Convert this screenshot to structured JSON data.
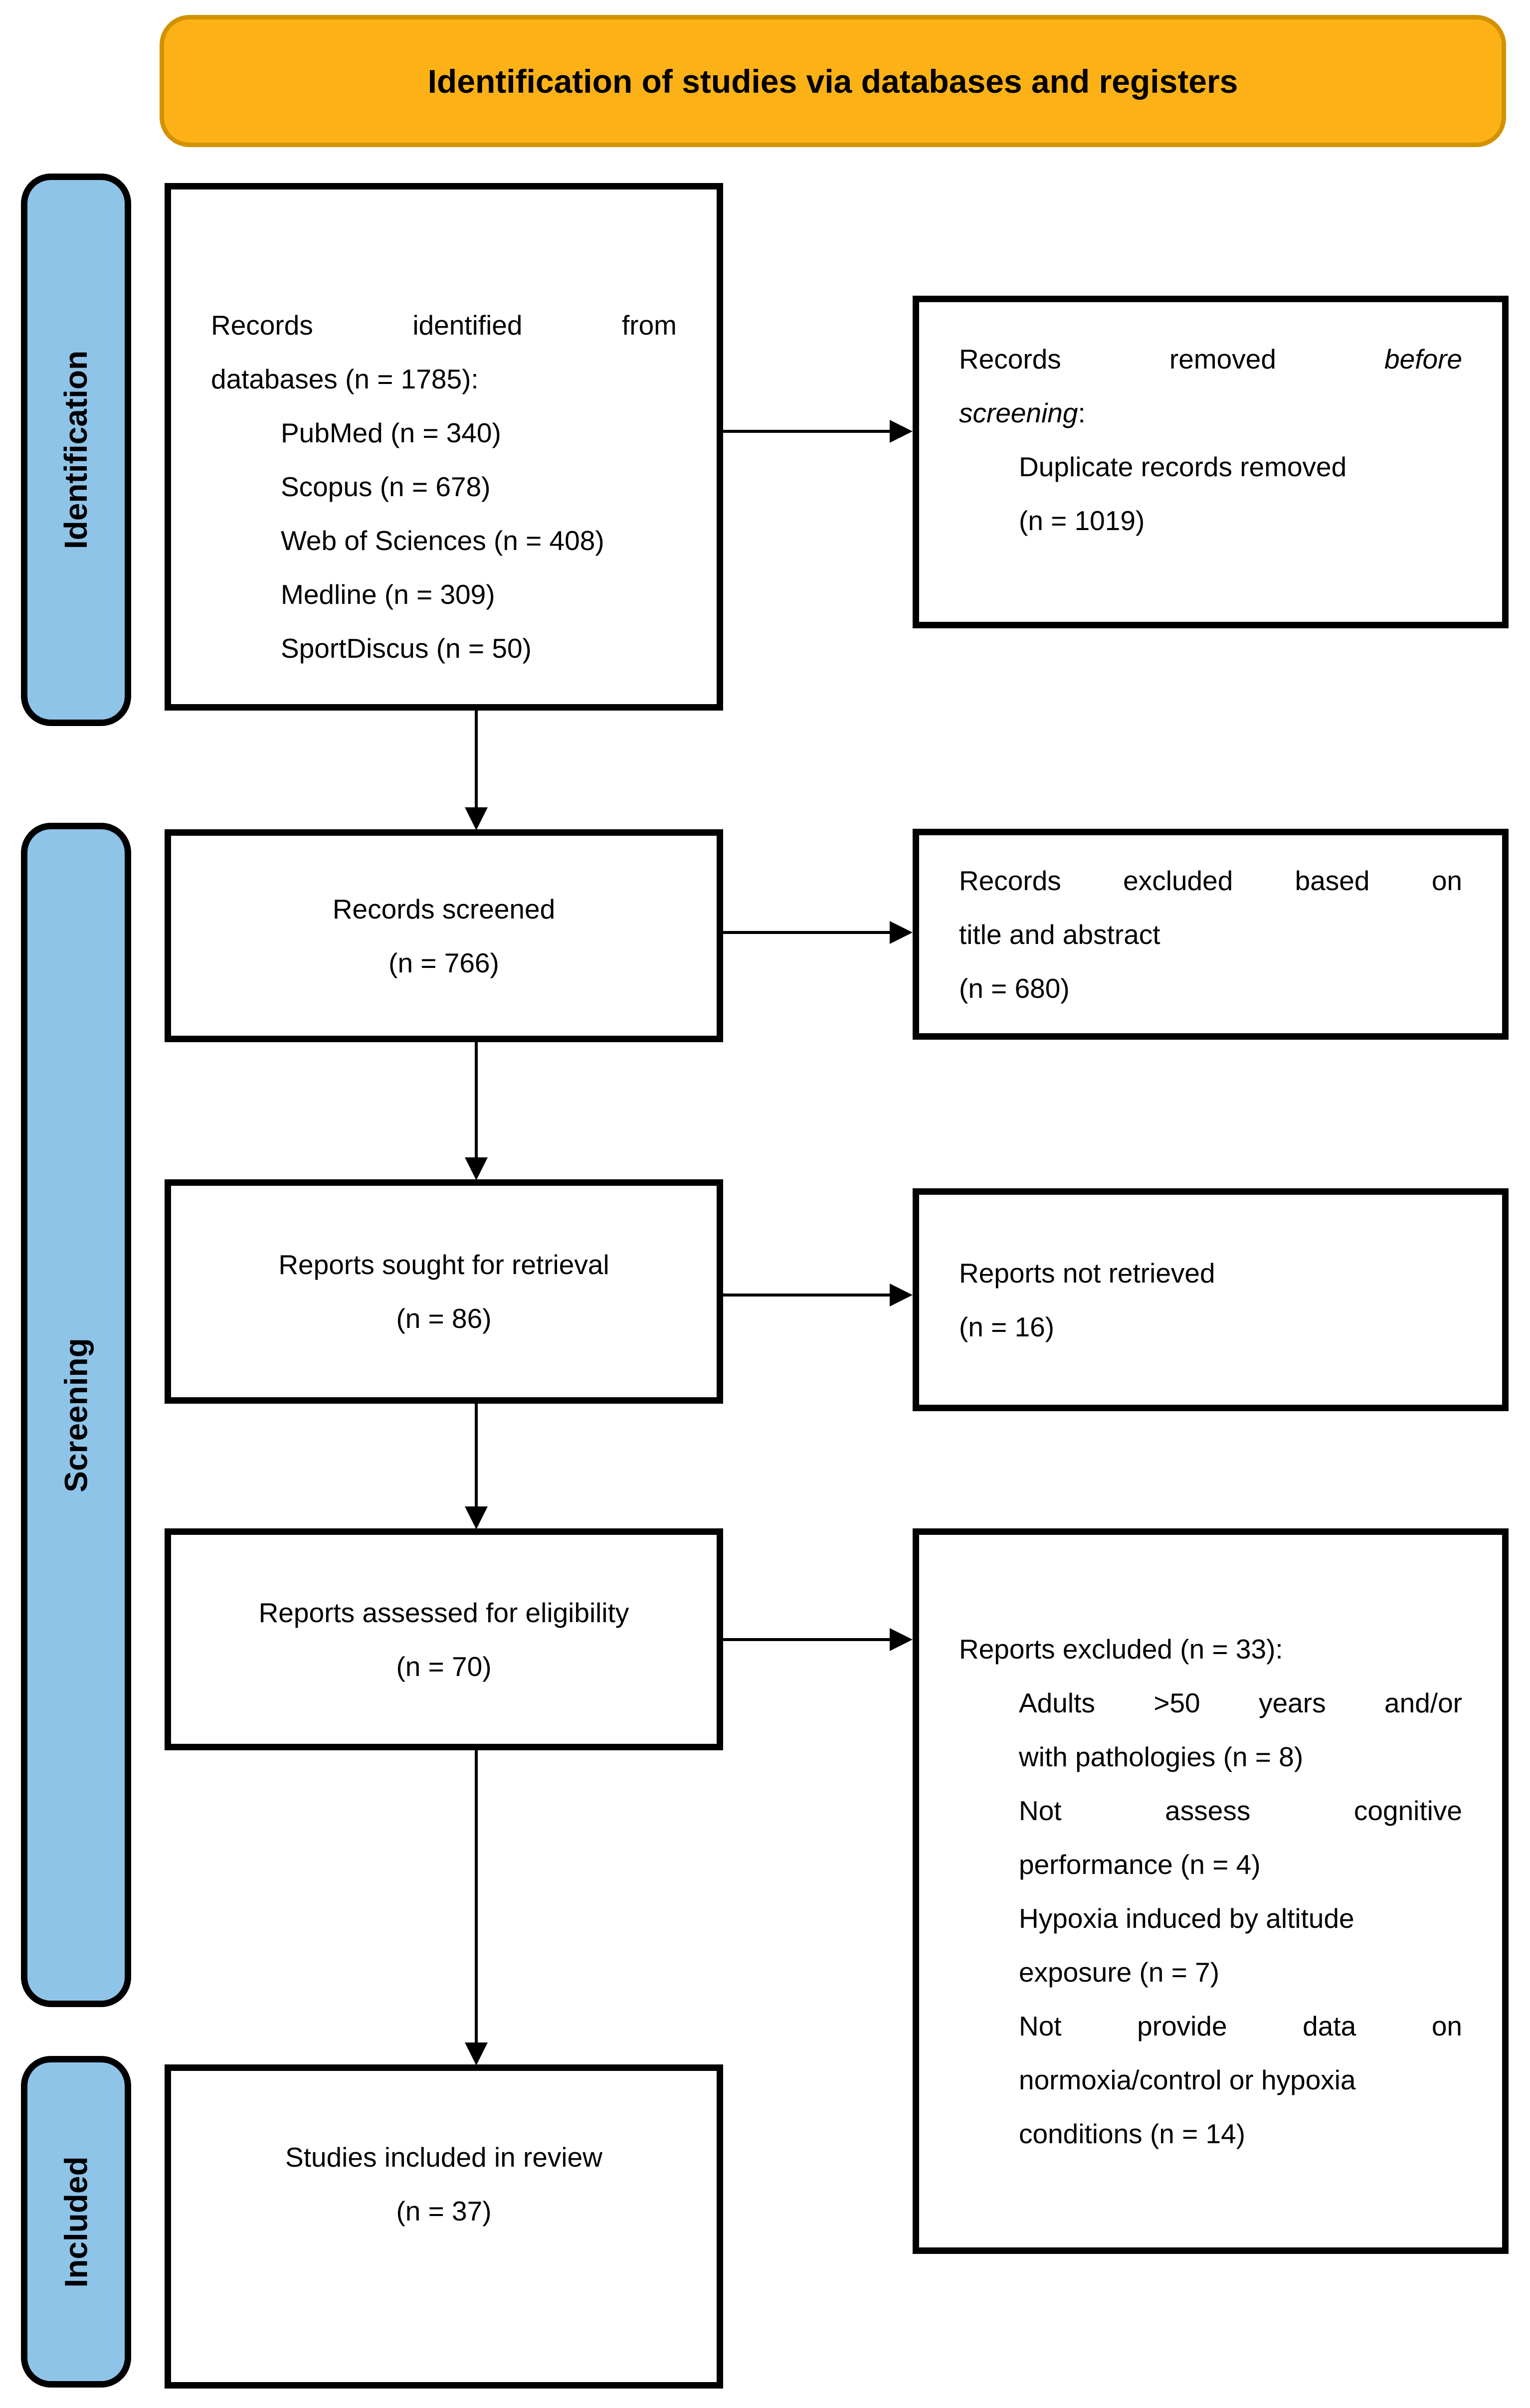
{
  "banner": {
    "title": "Identification of studies via databases and registers"
  },
  "stages": {
    "identification": "Identification",
    "screening": "Screening",
    "included": "Included"
  },
  "boxes": {
    "identified": {
      "line1": "Records identified from",
      "line2": "databases (n = 1785):",
      "items": [
        "PubMed (n = 340)",
        "Scopus (n = 678)",
        "Web of Sciences (n = 408)",
        "Medline (n = 309)",
        "SportDiscus (n = 50)"
      ]
    },
    "removed": {
      "line1_regular": "Records removed",
      "line1_italic": "before",
      "line2_italic": "screening",
      "line2_suffix": ":",
      "item_line1": "Duplicate records removed",
      "item_line2": "(n = 1019)"
    },
    "screened": {
      "line1": "Records screened",
      "line2": "(n = 766)"
    },
    "excluded_screening": {
      "line1": "Records excluded based on",
      "line2": "title and abstract",
      "line3": "(n = 680)"
    },
    "sought": {
      "line1": "Reports sought for retrieval",
      "line2": "(n = 86)"
    },
    "not_retrieved": {
      "line1": "Reports not retrieved",
      "line2": "(n = 16)"
    },
    "assessed": {
      "line1": "Reports assessed for eligibility",
      "line2": "(n = 70)"
    },
    "excluded_eligibility": {
      "title": "Reports excluded (n = 33):",
      "reason1_line1": "Adults >50 years and/or",
      "reason1_line2": "with pathologies (n = 8)",
      "reason2_line1": "Not assess cognitive",
      "reason2_line2": "performance (n = 4)",
      "reason3_line1": "Hypoxia induced by altitude",
      "reason3_line2": "exposure (n = 7)",
      "reason4_line1": "Not provide data on",
      "reason4_line2": "normoxia/control or hypoxia",
      "reason4_line3": "conditions (n = 14)"
    },
    "included_review": {
      "line1": "Studies included in review",
      "line2": "(n = 37)"
    }
  },
  "colors": {
    "banner_fill": "#FCB216",
    "banner_border": "#D29200",
    "stage_fill": "#8FC4E9",
    "stage_border": "#000000",
    "box_border": "#000000",
    "arrow": "#000000",
    "text": "#000000",
    "background": "#FFFFFF"
  }
}
